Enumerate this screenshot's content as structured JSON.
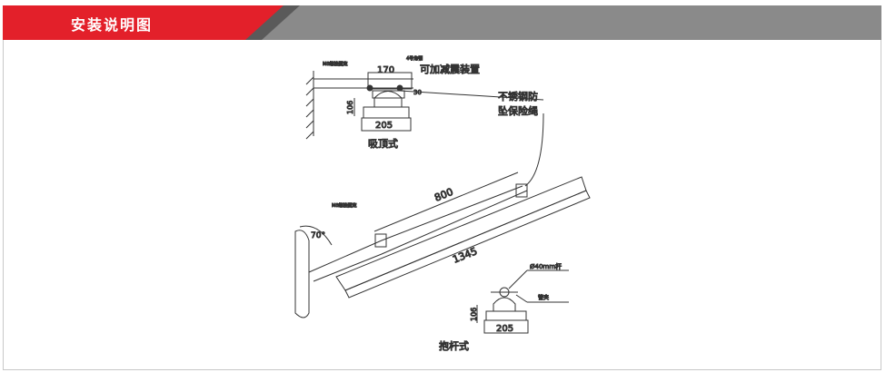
{
  "header": {
    "title": "安装说明图"
  },
  "diagram": {
    "ceiling": {
      "label": "吸顶式",
      "bolt": "M8螺栓固定",
      "angle_steel": "4号角钢",
      "damper": "可加减震装置",
      "dim_width": "170",
      "dim_side": "30",
      "dim_height": "106",
      "dim_base": "205"
    },
    "rope": {
      "line1": "不锈钢防",
      "line2": "坠保险绳"
    },
    "side": {
      "bolt": "M8螺栓固定",
      "dim_bracket": "800",
      "dim_length": "1345",
      "angle": "70°"
    },
    "pole": {
      "label": "抱杆式",
      "pole": "Ø40mm杆",
      "clamp": "管夹",
      "dim_height": "106",
      "dim_base": "205"
    }
  }
}
